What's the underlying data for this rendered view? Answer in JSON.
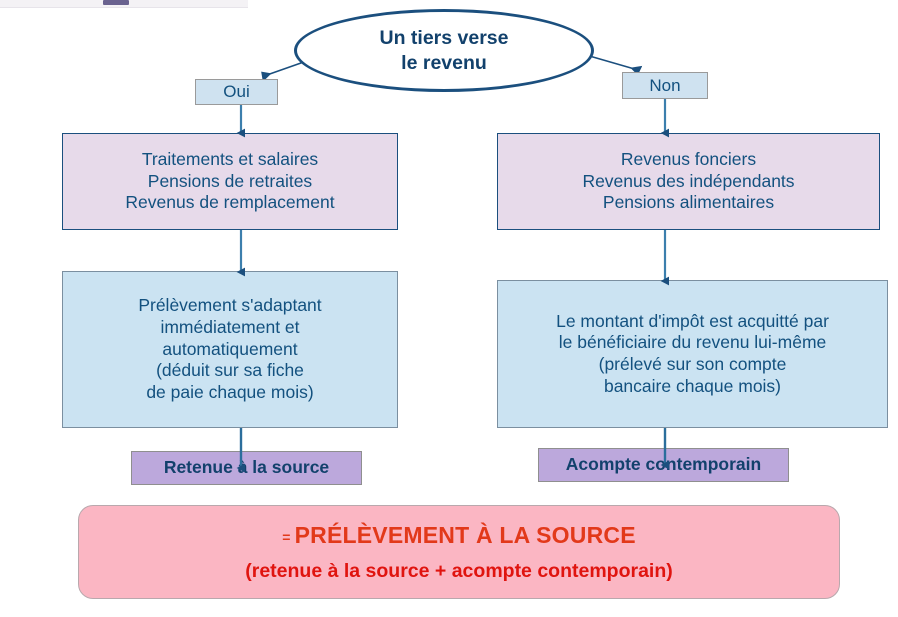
{
  "diagram": {
    "title_node": {
      "line1": "Un tiers verse",
      "line2": "le revenu"
    },
    "branches": {
      "yes_label": "Oui",
      "no_label": "Non"
    },
    "left_column": {
      "income_lines": [
        "Traitements et salaires",
        "Pensions de retraites",
        "Revenus de remplacement"
      ],
      "description_lines": [
        "Prélèvement s'adaptant",
        "immédiatement et",
        "automatiquement",
        "(déduit sur sa fiche",
        "de paie chaque mois)"
      ],
      "result_label": "Retenue à la source"
    },
    "right_column": {
      "income_lines": [
        "Revenus fonciers",
        "Revenus des indépendants",
        "Pensions alimentaires"
      ],
      "description_lines": [
        "Le montant d'impôt est acquitté par",
        "le bénéficiaire du revenu lui-même",
        "(prélevé sur son compte",
        "bancaire chaque mois)"
      ],
      "result_label": "Acompte contemporain"
    },
    "summary": {
      "equals_sign": "=",
      "headline": "PRÉLÈVEMENT À LA SOURCE",
      "subline": "(retenue à la source + acompte contemporain)"
    },
    "colors": {
      "navy_text": "#13517f",
      "navy_border": "#1b4f7e",
      "lavender_fill": "#e7daea",
      "light_blue_fill": "#cbe3f2",
      "branch_fill": "#cfe2f0",
      "purple_fill": "#bca8dc",
      "pink_fill": "#fbb6c3",
      "red_text": "#e0140f",
      "orange_red_text": "#e2391a",
      "connector": "#1b4f7e"
    }
  }
}
